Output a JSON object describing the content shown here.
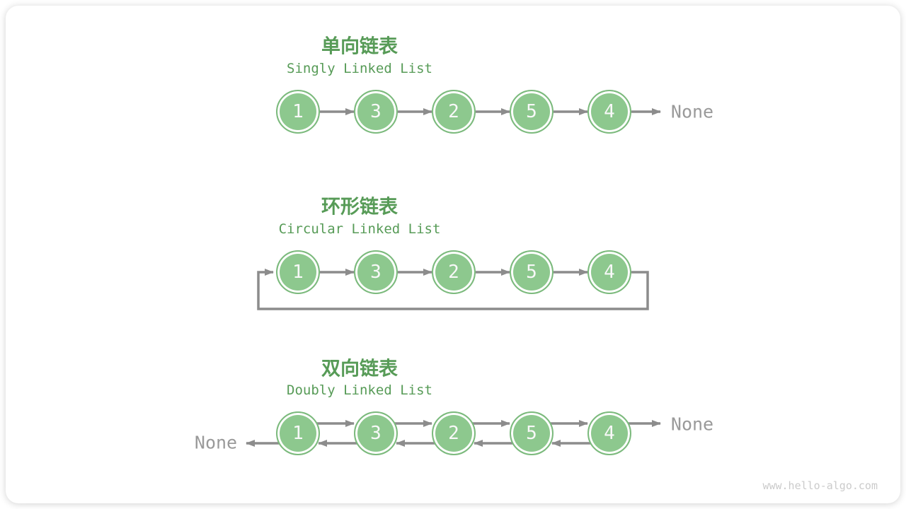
{
  "colors": {
    "node_fill": "#8dc88e",
    "node_border": "#7cba7d",
    "node_text": "#f8f8f8",
    "arrow": "#8c8c8c",
    "title_green": "#579b57",
    "none_text": "#9a9a9a",
    "watermark": "#cbcbcb",
    "card_bg": "#ffffff"
  },
  "sections": [
    {
      "title": "单向链表",
      "subtitle": "Singly Linked List",
      "nodes": [
        "1",
        "3",
        "2",
        "5",
        "4"
      ],
      "tail_label": "None"
    },
    {
      "title": "环形链表",
      "subtitle": "Circular Linked List",
      "nodes": [
        "1",
        "3",
        "2",
        "5",
        "4"
      ]
    },
    {
      "title": "双向链表",
      "subtitle": "Doubly Linked List",
      "nodes": [
        "1",
        "3",
        "2",
        "5",
        "4"
      ],
      "head_label": "None",
      "tail_label": "None"
    }
  ],
  "watermark": "www.hello-algo.com"
}
